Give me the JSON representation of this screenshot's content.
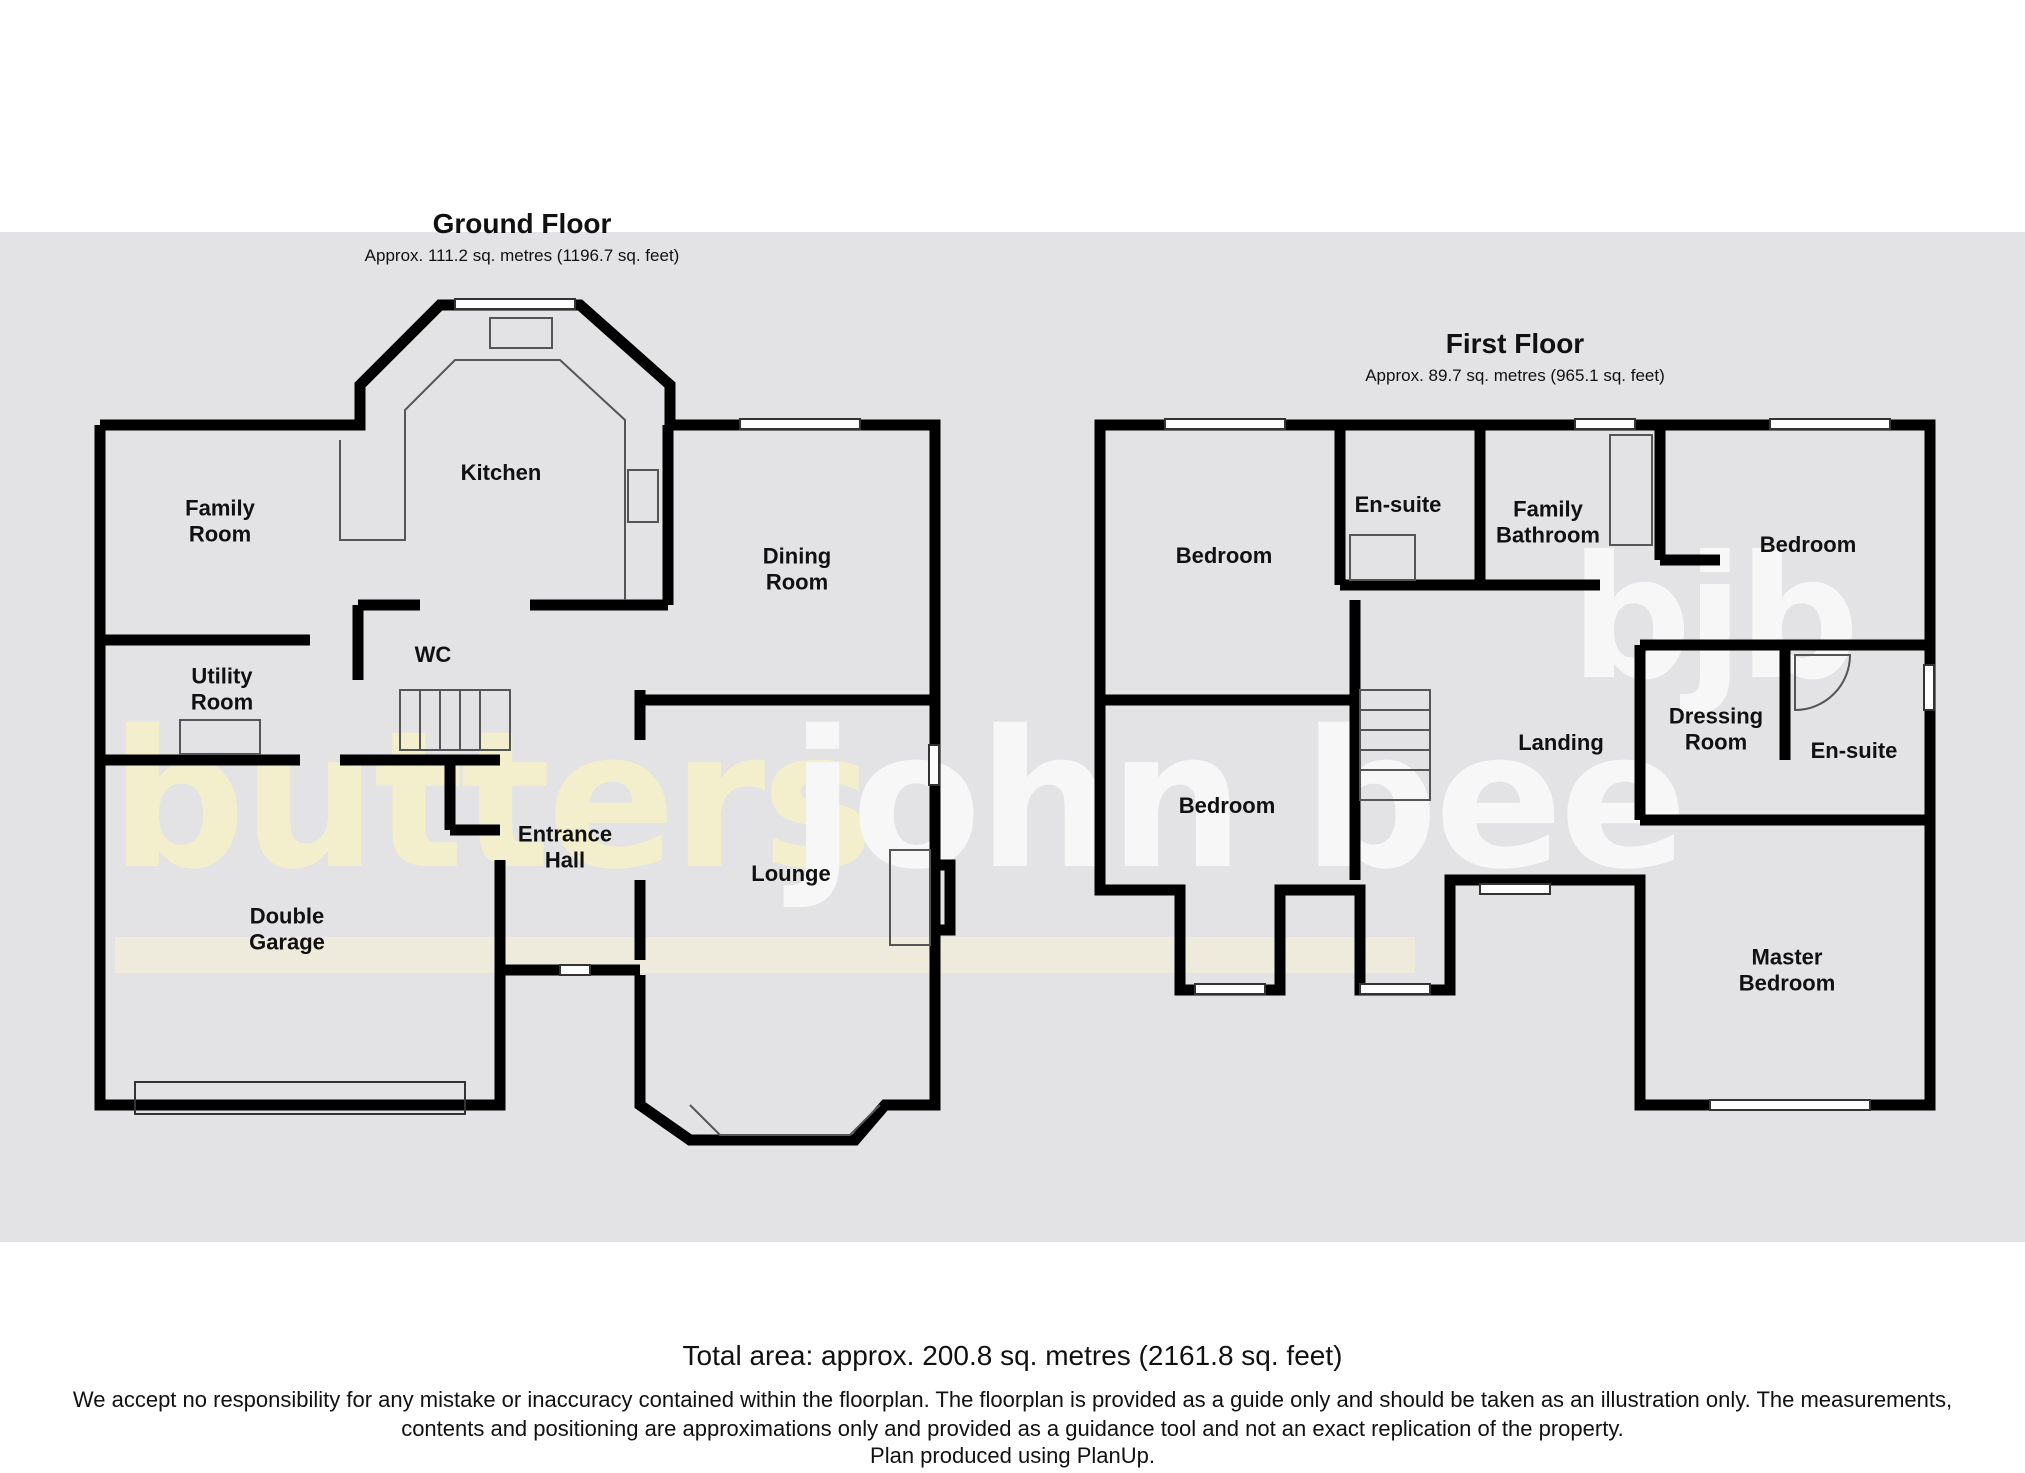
{
  "ground_floor": {
    "title": "Ground Floor",
    "area": "Approx. 111.2 sq. metres (1196.7 sq. feet)",
    "rooms": {
      "family_room": "Family\nRoom",
      "kitchen": "Kitchen",
      "dining_room": "Dining\nRoom",
      "utility_room": "Utility\nRoom",
      "wc": "WC",
      "entrance_hall": "Entrance\nHall",
      "lounge": "Lounge",
      "double_garage": "Double\nGarage"
    }
  },
  "first_floor": {
    "title": "First Floor",
    "area": "Approx.  89.7 sq. metres (965.1 sq. feet)",
    "rooms": {
      "bedroom_1": "Bedroom",
      "ensuite_1": "En-suite",
      "family_bathroom": "Family\nBathroom",
      "bedroom_2": "Bedroom",
      "bedroom_3": "Bedroom",
      "landing": "Landing",
      "dressing_room": "Dressing\nRoom",
      "ensuite_2": "En-suite",
      "master_bedroom": "Master\nBedroom"
    }
  },
  "watermark": {
    "brand_part1": "butters",
    "brand_part2": "john bee",
    "monogram": "bjb"
  },
  "footer": {
    "total_area": "Total area: approx. 200.8 sq. metres (2161.8 sq. feet)",
    "disclaimer": "We accept no responsibility for any mistake or inaccuracy contained within the floorplan. The floorplan is provided as a guide only and should be taken as an illustration only. The measurements, contents and positioning are approximations only and provided as a guidance tool and not an exact replication of the property.",
    "credit": "Plan produced using PlanUp."
  },
  "colors": {
    "background_band": "#e3e2e4",
    "wall": "#000000",
    "watermark_yellow": "#f3eecb",
    "watermark_white": "#ffffff"
  }
}
